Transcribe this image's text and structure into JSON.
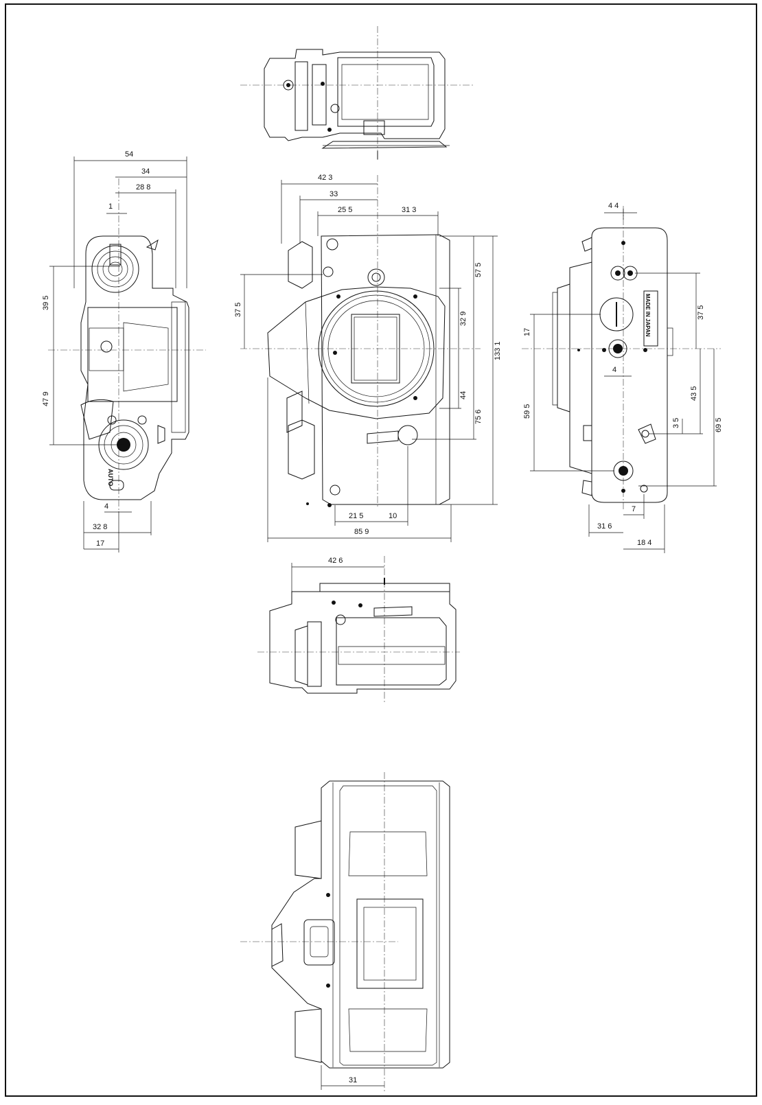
{
  "dims": {
    "top": {
      "d54": "54",
      "d34": "34",
      "d288": "28 8",
      "d1": "1",
      "d395": "39 5",
      "d479": "47 9",
      "d4": "4",
      "d328": "32 8",
      "d17": "17"
    },
    "front": {
      "d423": "42 3",
      "d33": "33",
      "d255": "25 5",
      "d313": "31 3",
      "d375": "37 5",
      "d575": "57 5",
      "d329": "32 9",
      "d1331": "133 1",
      "d44": "44",
      "d756": "75 6",
      "d215": "21 5",
      "d10": "10",
      "d859": "85 9"
    },
    "side": {
      "d44": "4 4",
      "d375": "37 5",
      "d17": "17",
      "d4": "4",
      "d595": "59 5",
      "d435": "43 5",
      "d35": "3 5",
      "d695": "69 5",
      "d7": "7",
      "d316": "31 6",
      "d184": "18 4"
    },
    "bottom": {
      "d426": "42 6"
    },
    "back": {
      "d31": "31"
    }
  },
  "labels": {
    "made_in": "MADE IN JAPAN",
    "auto": "AUTO"
  }
}
